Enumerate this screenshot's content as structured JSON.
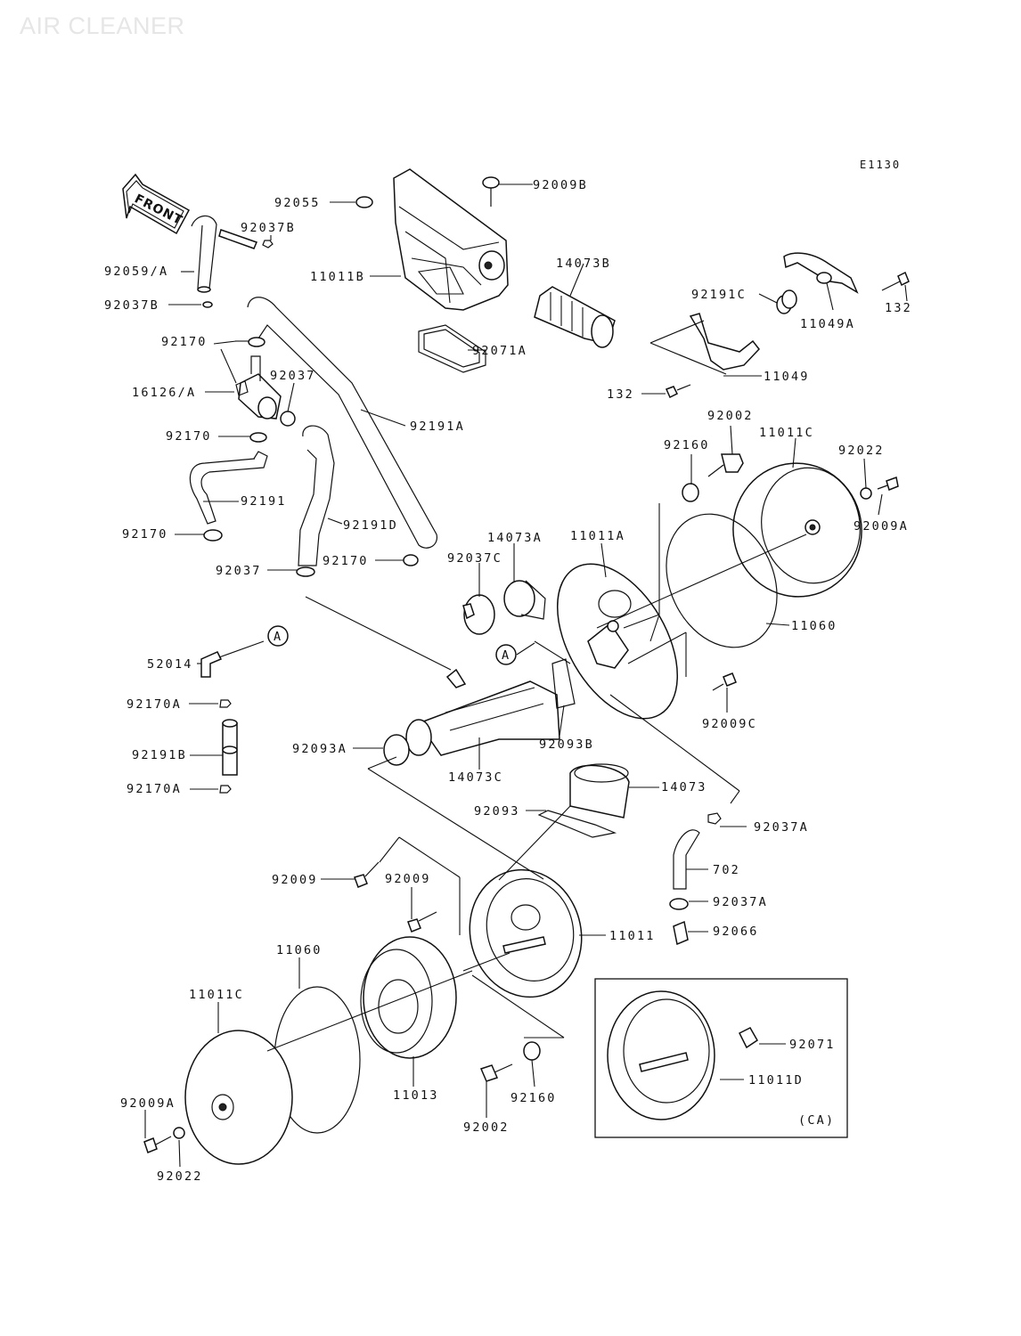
{
  "title": "AIR CLEANER",
  "diagram_code": "E1130",
  "front_arrow_label": "FRONT",
  "variant_box_label": "(CA)",
  "callouts": {
    "92055": "92055",
    "92009B": "92009B",
    "92037B_top": "92037B",
    "92059A": "92059/A",
    "11011B": "11011B",
    "14073B": "14073B",
    "92037B": "92037B",
    "92071A": "92071A",
    "92191C": "92191C",
    "11049A": "11049A",
    "132_top": "132",
    "92170_1": "92170",
    "16126A": "16126/A",
    "92037_1": "92037",
    "92191A": "92191A",
    "132_mid": "132",
    "11049": "11049",
    "92002_top": "92002",
    "92170_2": "92170",
    "92160_top": "92160",
    "11011C_top": "11011C",
    "92022_top": "92022",
    "92191": "92191",
    "92009A_top": "92009A",
    "92191D": "92191D",
    "92170_3": "92170",
    "14073A": "14073A",
    "11011A": "11011A",
    "92037C": "92037C",
    "92170_4": "92170",
    "92037_2": "92037",
    "11060_top": "11060",
    "ref_A1": "A",
    "52014": "52014",
    "ref_A2": "A",
    "92170A_1": "92170A",
    "92009C": "92009C",
    "92191B": "92191B",
    "92093A": "92093A",
    "92093B": "92093B",
    "92170A_2": "92170A",
    "14073C": "14073C",
    "14073": "14073",
    "92093": "92093",
    "92037A_1": "92037A",
    "702": "702",
    "92009_1": "92009",
    "92009_2": "92009",
    "92037A_2": "92037A",
    "11011": "11011",
    "92066": "92066",
    "11060_bot": "11060",
    "11011C_bot": "11011C",
    "92071": "92071",
    "11011D": "11011D",
    "11013": "11013",
    "92160_bot": "92160",
    "92009A_bot": "92009A",
    "92002_bot": "92002",
    "92022_bot": "92022"
  }
}
